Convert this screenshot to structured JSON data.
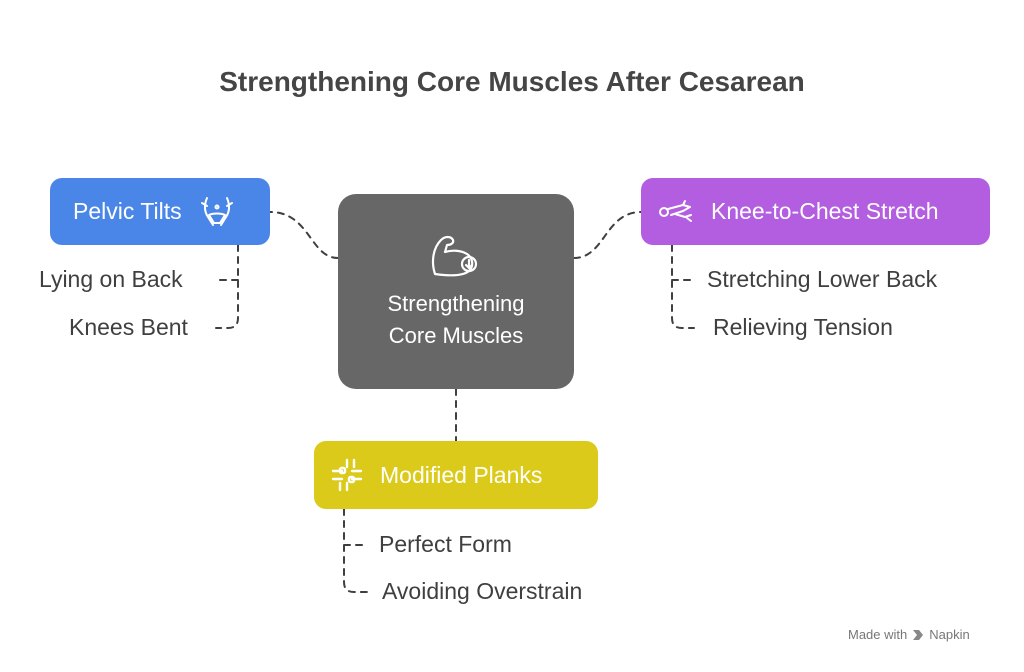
{
  "title": "Strengthening Core Muscles After Cesarean",
  "center": {
    "label": "Strengthening Core Muscles",
    "icon": "flexed-arm-icon"
  },
  "branches": [
    {
      "label": "Pelvic Tilts",
      "icon": "pelvis-icon",
      "color": "#4a86e8",
      "items": [
        "Lying on Back",
        "Knees Bent"
      ]
    },
    {
      "label": "Knee-to-Chest Stretch",
      "icon": "stretch-icon",
      "color": "#b35de0",
      "items": [
        "Stretching Lower Back",
        "Relieving Tension"
      ]
    },
    {
      "label": "Modified Planks",
      "icon": "planks-icon",
      "color": "#dcca1a",
      "items": [
        "Perfect Form",
        "Avoiding Overstrain"
      ]
    }
  ],
  "watermark": {
    "prefix": "Made with",
    "brand": "Napkin",
    "icon": "napkin-logo-icon"
  }
}
